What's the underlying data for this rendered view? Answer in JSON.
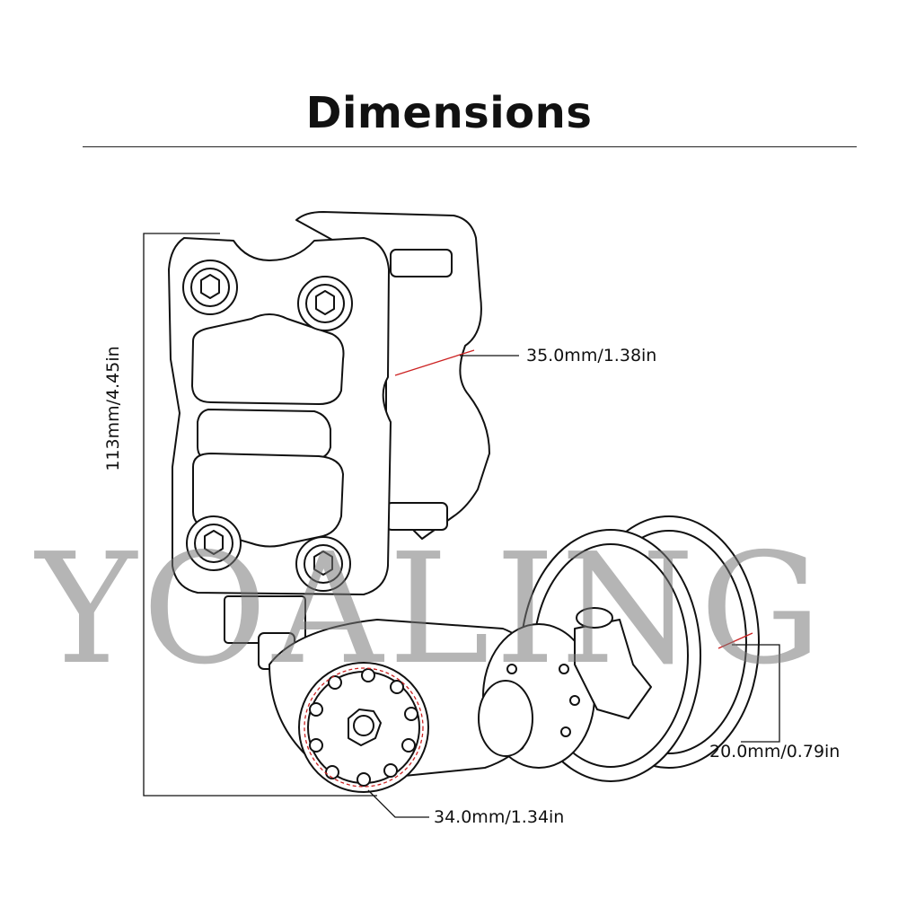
{
  "title": "Dimensions",
  "watermark": "YOALING",
  "dimensions": {
    "height": "113mm/4.45in",
    "clamp_width": "35.0mm/1.38in",
    "roller_diameter": "34.0mm/1.34in",
    "wheel_width": "20.0mm/0.79in"
  },
  "colors": {
    "line": "#111111",
    "accent": "#cc2222"
  }
}
